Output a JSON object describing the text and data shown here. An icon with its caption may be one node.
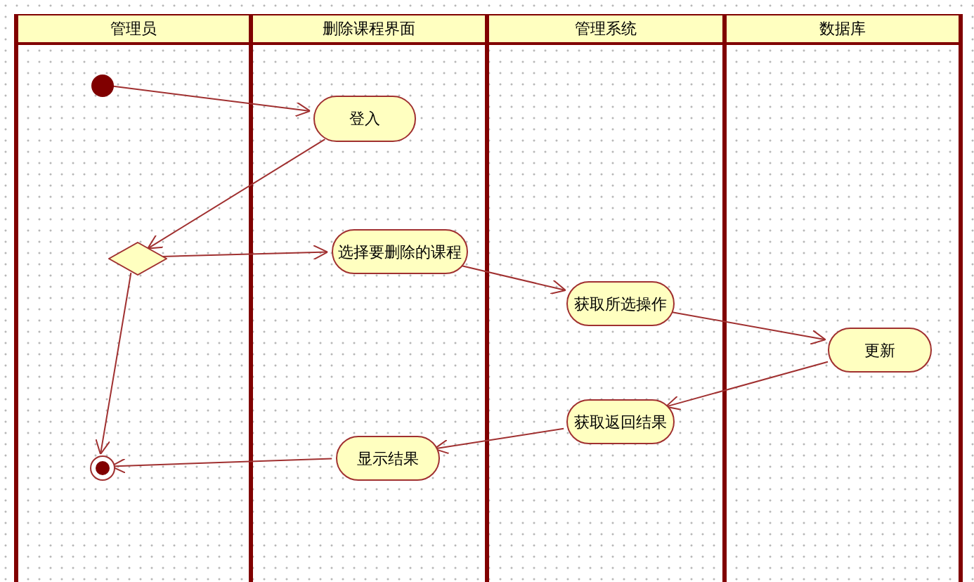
{
  "diagram": {
    "nodes": [
      {
        "text": [
          "管理员"
        ]
      },
      {
        "text": [
          "删除课程界面"
        ]
      },
      {
        "text": [
          "管理系统"
        ]
      },
      {
        "text": [
          "数据库"
        ]
      },
      {
        "text": [],
        "shape": "circle",
        "in": 0
      },
      {
        "text": [
          "登入"
        ],
        "in": 1
      },
      {
        "text": [],
        "shape": "diamond",
        "in": 0
      },
      {
        "text": [
          "选择要删除的课程"
        ],
        "in": 1
      },
      {
        "text": [
          "获取所选操作"
        ],
        "in": 2
      },
      {
        "text": [
          "更新"
        ],
        "in": 3
      },
      {
        "text": [
          "获取返回结果"
        ],
        "in": 2
      },
      {
        "text": [
          "显示结果"
        ],
        "in": 1
      },
      {
        "text": [],
        "shape": "circle",
        "in": 0
      }
    ],
    "edges": [
      {
        "from": 4,
        "to": 5,
        "arrow": "to"
      },
      {
        "from": 5,
        "to": 6,
        "arrow": "to"
      },
      {
        "from": 6,
        "to": 7,
        "arrow": "to"
      },
      {
        "from": 6,
        "to": 12,
        "arrow": "to"
      },
      {
        "from": 7,
        "to": 8,
        "arrow": "to"
      },
      {
        "from": 8,
        "to": 9,
        "arrow": "to"
      },
      {
        "from": 9,
        "to": 10,
        "arrow": "to"
      },
      {
        "from": 10,
        "to": 11,
        "arrow": "to"
      },
      {
        "from": 11,
        "to": 12,
        "arrow": "to"
      }
    ]
  }
}
